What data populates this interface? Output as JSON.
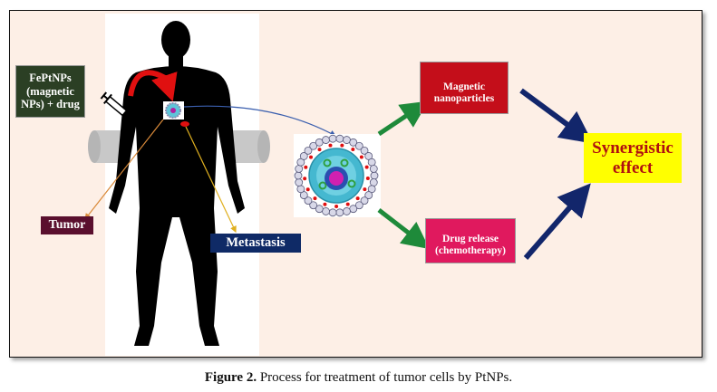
{
  "figure": {
    "labels": {
      "fept_nps": [
        "FePtNPs",
        "(magnetic",
        "NPs) + drug"
      ],
      "tumor": "Tumor",
      "metastasis": "Metastasis",
      "magnetic_nanoparticles": [
        "Magnetic",
        "nanoparticles"
      ],
      "drug_release": [
        "Drug release",
        "(chemotherapy)"
      ],
      "synergistic_effect": [
        "Synergistic",
        "effect"
      ]
    },
    "colors": {
      "background": "#fdefe6",
      "fept_box": "#2b3f24",
      "tumor_box": "#5a0f2e",
      "metastasis_box": "#0f2a66",
      "magnetic_box": "#c40e1a",
      "drug_box": "#e0195e",
      "synergy_box": "#ffff00",
      "synergy_text": "#b01010",
      "green_arrow": "#1e8a3a",
      "navy_arrow": "#12266b",
      "red_arrow": "#e01010"
    }
  },
  "caption": {
    "label": "Figure 2.",
    "text": " Process for treatment of tumor cells by PtNPs."
  }
}
